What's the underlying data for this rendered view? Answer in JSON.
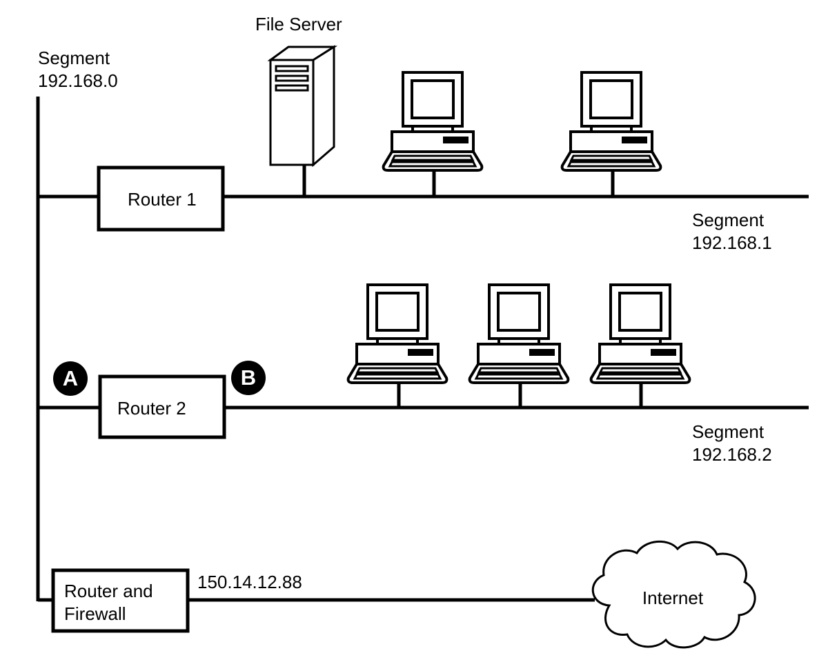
{
  "diagram": {
    "title_fragment_visible": "",
    "background_color": "#ffffff",
    "line_color": "#000000",
    "badge_fill_color": "#000000",
    "badge_text_color": "#ffffff"
  },
  "segments": [
    {
      "id": "segment-0",
      "name_line1": "Segment",
      "name_line2": "192.168.0",
      "orientation": "vertical"
    },
    {
      "id": "segment-1",
      "name_line1": "Segment",
      "name_line2": "192.168.1",
      "orientation": "horizontal"
    },
    {
      "id": "segment-2",
      "name_line1": "Segment",
      "name_line2": "192.168.2",
      "orientation": "horizontal"
    }
  ],
  "devices": {
    "file_server": {
      "label": "File Server",
      "icon": "tower-server-icon",
      "drive_slots": 3
    },
    "router1": {
      "label": "Router 1"
    },
    "router2": {
      "label": "Router 2"
    },
    "router_firewall": {
      "label_line1": "Router and",
      "label_line2": "Firewall"
    },
    "internet": {
      "label": "Internet",
      "icon": "cloud-icon"
    }
  },
  "badges": [
    {
      "id": "badge-a",
      "letter": "A"
    },
    {
      "id": "badge-b",
      "letter": "B"
    }
  ],
  "annotations": {
    "external_ip": "150.14.12.88"
  },
  "workstations": {
    "segment1_count": 2,
    "segment2_count": 3,
    "icon": "desktop-computer-icon"
  }
}
